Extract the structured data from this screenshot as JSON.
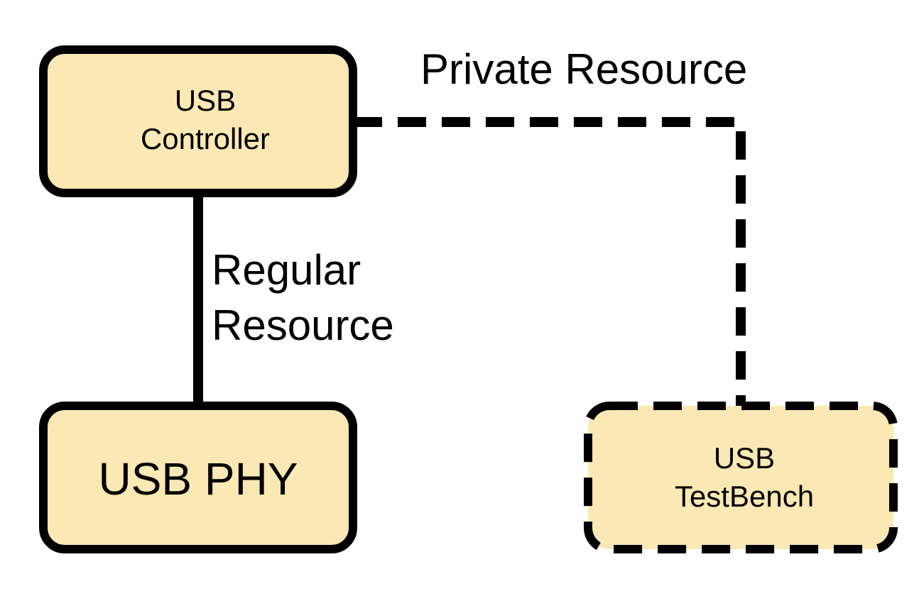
{
  "nodes": {
    "controller": {
      "line1": "USB",
      "line2": "Controller"
    },
    "phy": {
      "label": "USB PHY"
    },
    "testbench": {
      "line1": "USB",
      "line2": "TestBench"
    }
  },
  "edges": {
    "regular": {
      "line1": "Regular",
      "line2": "Resource",
      "style": "solid"
    },
    "private": {
      "label": "Private Resource",
      "style": "dashed"
    }
  },
  "colors": {
    "box_fill": "#fbe8b4",
    "stroke": "#000000",
    "background": "#ffffff"
  }
}
